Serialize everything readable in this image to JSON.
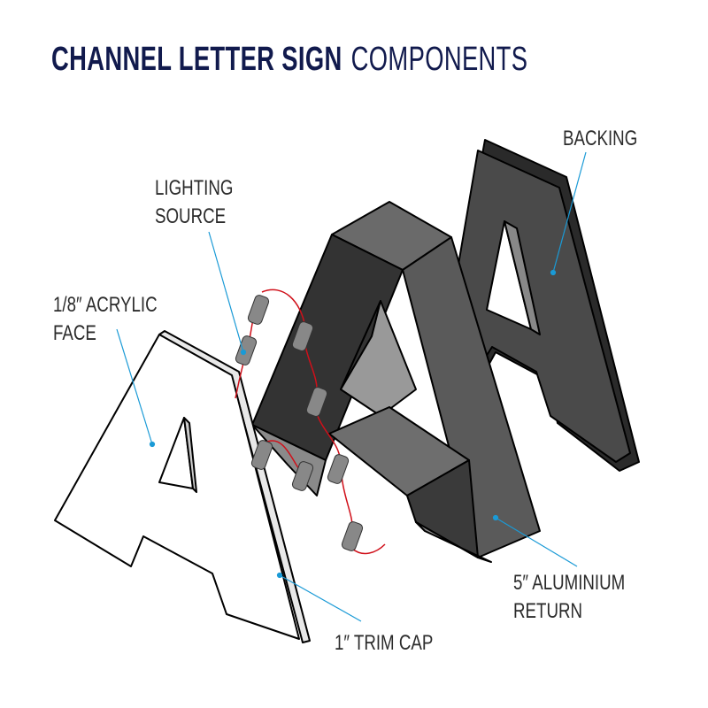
{
  "title": {
    "bold": "CHANNEL LETTER SIGN",
    "light": "COMPONENTS"
  },
  "labels": {
    "backing": "BACKING",
    "lighting_1": "LIGHTING",
    "lighting_2": "SOURCE",
    "acrylic_1": "1/8″ ACRYLIC",
    "acrylic_2": "FACE",
    "return_1": "5″ ALUMINIUM",
    "return_2": "RETURN",
    "trim": "1″ TRIM CAP"
  },
  "colors": {
    "title": "#111a4d",
    "leader": "#1a9ad6",
    "wire": "#d0101a"
  }
}
